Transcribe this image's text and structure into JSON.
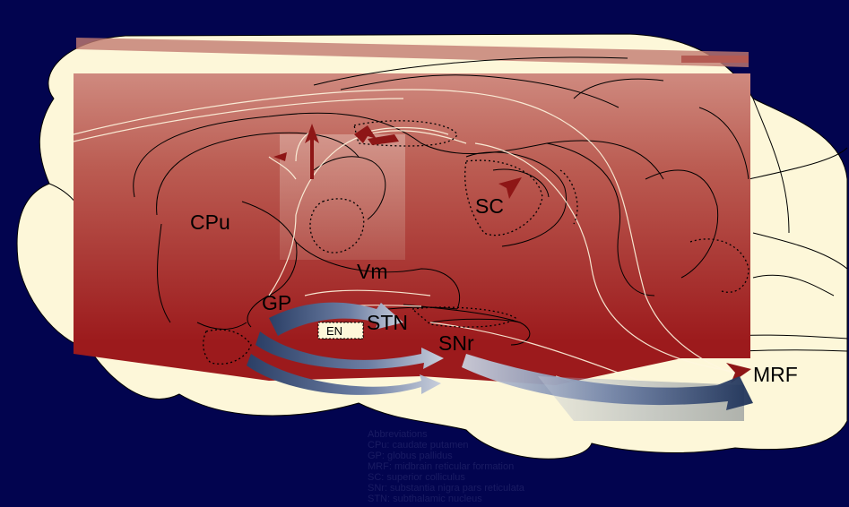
{
  "labels": {
    "cpu": "CPu",
    "sc": "SC",
    "vm": "Vm",
    "gp": "GP",
    "en": "EN",
    "stn": "STN",
    "snr": "SNr",
    "mrf": "MRF"
  },
  "abbreviations": {
    "title": "Abbreviations",
    "items": [
      "CPu: caudate putamen",
      "GP: globus pallidus",
      "MRF: midbrain reticular formation",
      "SC: superior colliculus",
      "SNr: substantia nigra pars reticulata",
      "STN: subthalamic nucleus"
    ]
  },
  "colors": {
    "background": "#02044f",
    "brain": "#fdf7d9",
    "pathway_red": "#a01a1a",
    "arrow_blue": "#2b3f66"
  }
}
